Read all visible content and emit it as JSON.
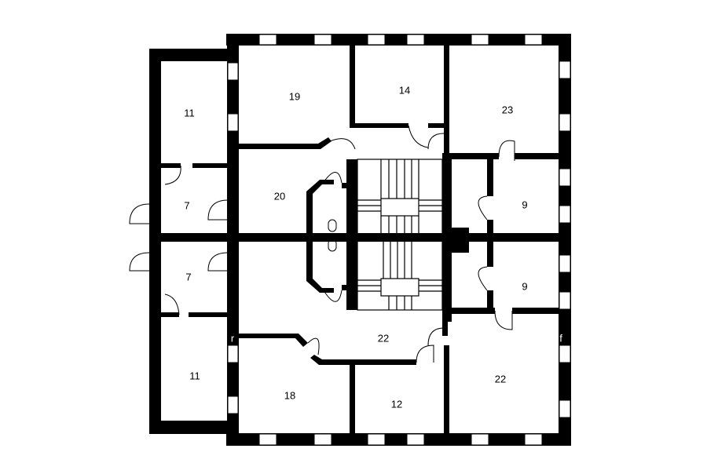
{
  "title": "Floor plan",
  "rooms": {
    "r19": "19",
    "r14": "14",
    "r23": "23",
    "r11_top": "11",
    "r20": "20",
    "r9_top": "9",
    "r7_top": "7",
    "r7_bottom": "7",
    "r9_bottom": "9",
    "r22_corridor": "22",
    "r11_bottom": "11",
    "r18": "18",
    "r12": "12",
    "r22_right": "22"
  },
  "wall_marks": {
    "left": "r",
    "right": "f"
  }
}
